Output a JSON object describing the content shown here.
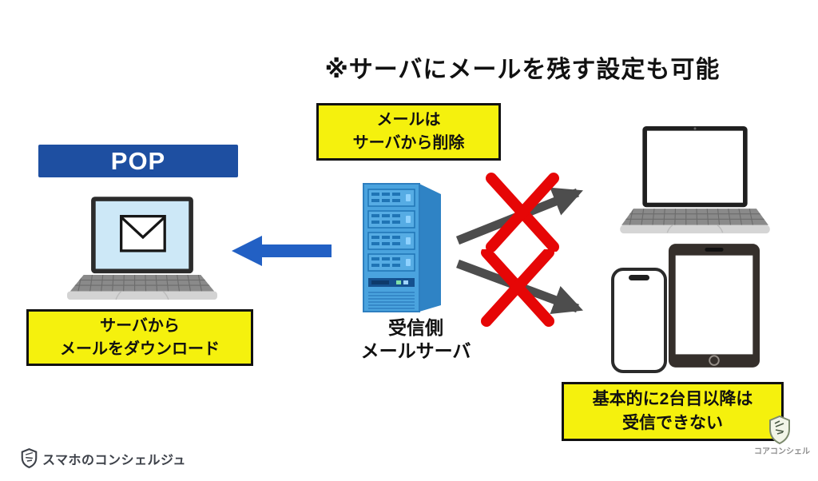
{
  "title": "※サーバにメールを残す設定も可能",
  "labels": {
    "protocol": "POP",
    "server_line1": "受信側",
    "server_line2": "メールサーバ"
  },
  "callouts": {
    "delete": {
      "line1": "メールは",
      "line2": "サーバから削除"
    },
    "download": {
      "line1": "サーバから",
      "line2": "メールをダウンロード"
    },
    "no_receive": {
      "line1": "基本的に2台目以降は",
      "line2": "受信できない"
    }
  },
  "footer": {
    "brand_left": "スマホのコンシェルジュ",
    "brand_right": "コアコンシェル"
  },
  "colors": {
    "accent_blue": "#1e4fa1",
    "arrow_blue": "#2260c4",
    "callout_yellow": "#f5f10d",
    "server_blue": "#4aa3de",
    "cross_red": "#e60606",
    "arrow_gray": "#4d4d4d"
  }
}
